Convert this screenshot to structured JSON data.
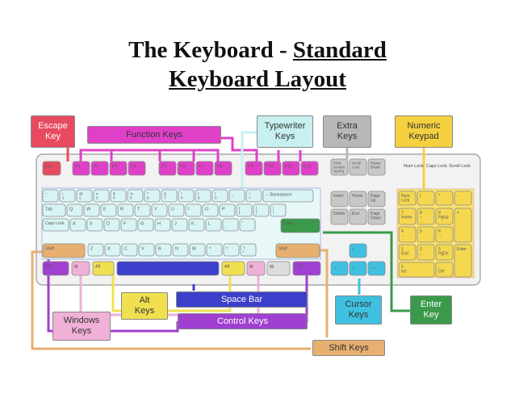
{
  "title": {
    "line1_prefix": "The Keyboard - ",
    "line1_underlined": "Standard",
    "line2": "Keyboard Layout"
  },
  "colors": {
    "escape": "#e84a5f",
    "function": "#e040c8",
    "typewriter": "#c8f0f0",
    "extra": "#b8b8b8",
    "numeric": "#f5d040",
    "space": "#3b3fc9",
    "control": "#a040d0",
    "alt": "#f0e050",
    "windows": "#f0b0d8",
    "shift": "#e8b070",
    "enter": "#3a9a4a",
    "cursor": "#40c0e0",
    "key_cyan": "#d8f4f4",
    "key_gray": "#c8c8c8",
    "key_yellow": "#f5d850"
  },
  "callouts": [
    {
      "id": "escape",
      "text": "Escape\nKey"
    },
    {
      "id": "function",
      "text": "Function Keys"
    },
    {
      "id": "typewriter",
      "text": "Typewriter\nKeys"
    },
    {
      "id": "extra",
      "text": "Extra\nKeys"
    },
    {
      "id": "numeric",
      "text": "Numeric\nKeypad"
    },
    {
      "id": "alt",
      "text": "Alt\nKeys"
    },
    {
      "id": "space",
      "text": "Space Bar"
    },
    {
      "id": "control",
      "text": "Control Keys"
    },
    {
      "id": "windows",
      "text": "Windows\nKeys"
    },
    {
      "id": "cursor",
      "text": "Cursor\nKeys"
    },
    {
      "id": "enter",
      "text": "Enter\nKey"
    },
    {
      "id": "shift",
      "text": "Shift Keys"
    }
  ],
  "keyboard": {
    "esc": "Esc",
    "fkeys": [
      "F1",
      "F2",
      "F3",
      "F4",
      "F5",
      "F6",
      "F7",
      "F8",
      "F9",
      "F10",
      "F11",
      "F12"
    ],
    "extra_top": [
      "Print\nScreen\nSysRq",
      "Scroll\nLock",
      "Pause\nBreak"
    ],
    "num_row": [
      "~\n`",
      "!\n1",
      "@\n2",
      "#\n3",
      "$\n4",
      "%\n5",
      "^\n6",
      "&\n7",
      "*\n8",
      "(\n9",
      ")\n0",
      "_\n-",
      "+\n="
    ],
    "backspace": "←Backspace",
    "tab": "Tab",
    "q_row": [
      "Q",
      "W",
      "E",
      "R",
      "T",
      "Y",
      "U",
      "I",
      "O",
      "P",
      "{\n[",
      "}\n]",
      "|\n\\"
    ],
    "caps": "Caps Lock",
    "a_row": [
      "A",
      "S",
      "D",
      "F",
      "G",
      "H",
      "J",
      "K",
      "L",
      ":\n;",
      "\"\n'"
    ],
    "enter": "Enter",
    "shift": "Shift",
    "z_row": [
      "Z",
      "X",
      "C",
      "V",
      "B",
      "N",
      "M",
      "<\n,",
      ">\n.",
      "?\n/"
    ],
    "ctrl": "Ctrl",
    "alt": "Alt",
    "nav": [
      "Insert",
      "Home",
      "Page\nUp",
      "Delete",
      "End",
      "Page\nDown"
    ],
    "lights": [
      "Num\nLock",
      "Caps\nLock",
      "Scroll\nLock"
    ],
    "numpad": [
      "Num\nLock",
      "/",
      "*",
      "-",
      "7\nHome",
      "8\n↑",
      "9\nPgUp",
      "+",
      "4\n←",
      "5",
      "6\n→",
      "1\nEnd",
      "2\n↓",
      "3\nPgDn",
      "Enter",
      "0\nIns",
      ".\nDel"
    ],
    "arrows": [
      "↑",
      "←",
      "↓",
      "→"
    ]
  }
}
